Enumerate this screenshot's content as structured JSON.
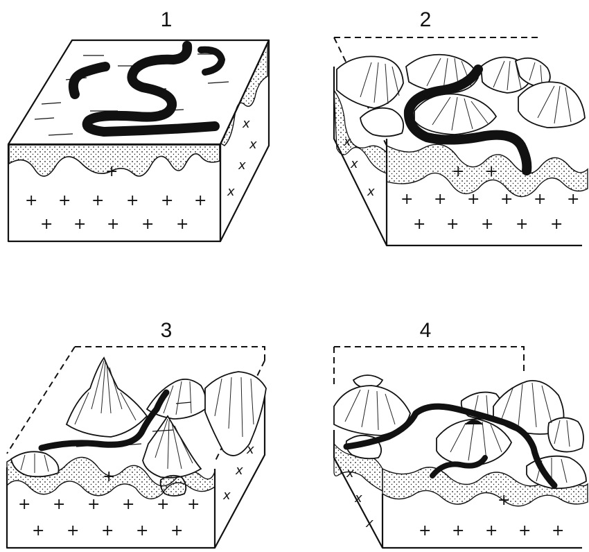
{
  "panels": [
    {
      "label": "1"
    },
    {
      "label": "2"
    },
    {
      "label": "3"
    },
    {
      "label": "4"
    }
  ],
  "colors": {
    "ink": "#111111",
    "paper": "#ffffff"
  }
}
